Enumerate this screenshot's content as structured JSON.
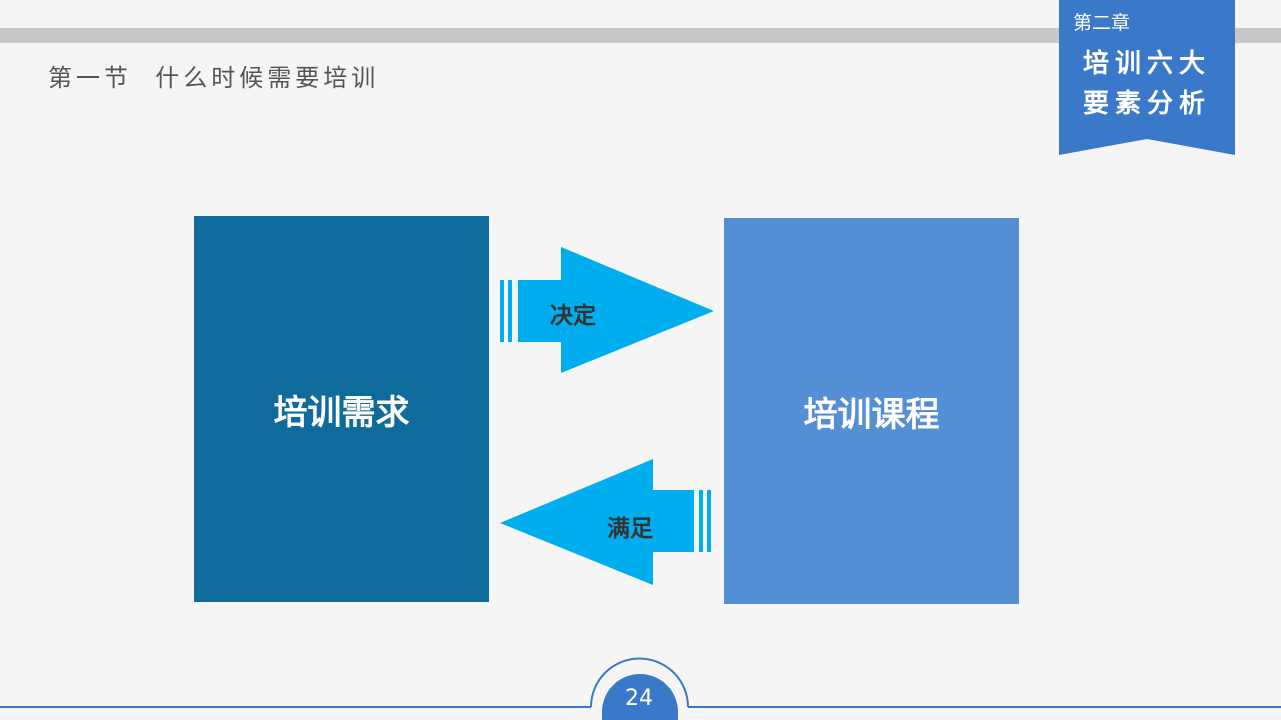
{
  "header": {
    "section_title": "第一节  什么时候需要培训"
  },
  "bookmark": {
    "chapter": "第二章",
    "title_line1": "培训六大",
    "title_line2": "要素分析"
  },
  "diagram": {
    "left_box": "培训需求",
    "right_box": "培训课程",
    "arrow_right_label": "决定",
    "arrow_left_label": "满足"
  },
  "colors": {
    "left_box": "#0e6b9c",
    "right_box": "#548ed5",
    "arrow": "#00aeef",
    "accent": "#3a78c9"
  },
  "footer": {
    "page_number": "24"
  }
}
